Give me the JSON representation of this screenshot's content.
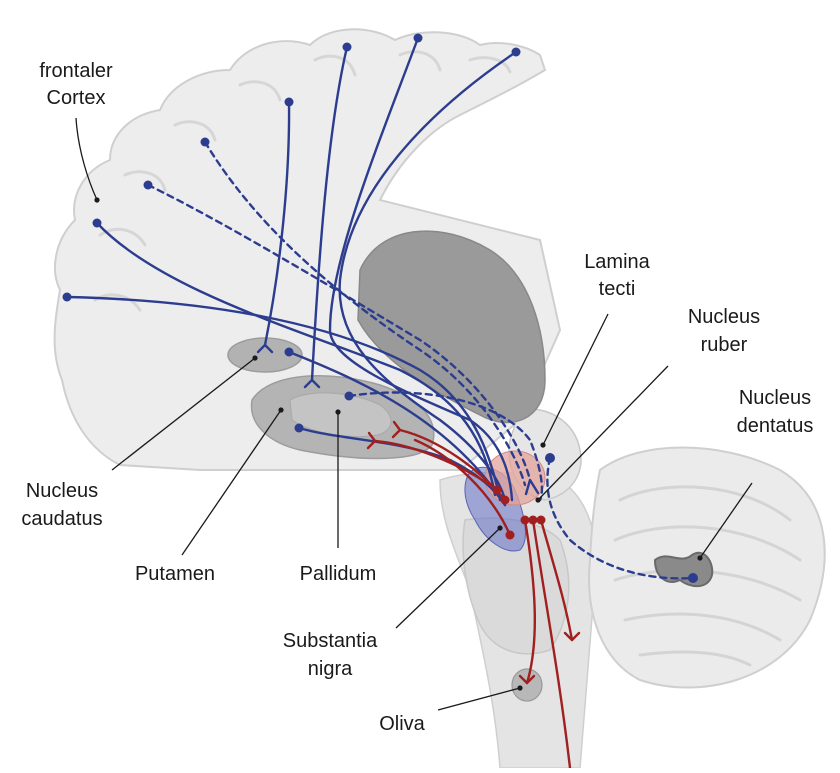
{
  "labels": {
    "frontal_cortex": [
      "frontaler",
      "Cortex"
    ],
    "nucleus_caudatus": [
      "Nucleus",
      "caudatus"
    ],
    "putamen": "Putamen",
    "pallidum": "Pallidum",
    "substantia_nigra": [
      "Substantia",
      "nigra"
    ],
    "oliva": "Oliva",
    "lamina_tecti": [
      "Lamina",
      "tecti"
    ],
    "nucleus_ruber": [
      "Nucleus",
      "ruber"
    ],
    "nucleus_dentatus": [
      "Nucleus",
      "dentatus"
    ]
  },
  "colors": {
    "cortex_fill": "#ededed",
    "cortex_stroke": "#cfcfcf",
    "brain_shadow": "#e2e2e2",
    "thalamus": "#9a9a9a",
    "nucleus_gray": "#b2b2b2",
    "blue_pathway": "#2c3d8f",
    "red_pathway": "#a11f1f",
    "substantia_nigra_fill": "#6470c4",
    "nucleus_ruber_fill": "#e3a49b",
    "leader_line": "#1a1a1a"
  }
}
